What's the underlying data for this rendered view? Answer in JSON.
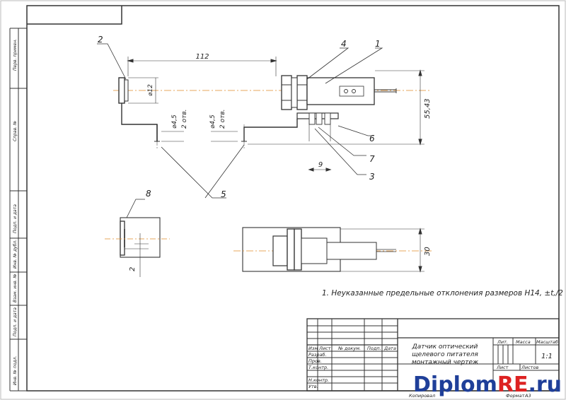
{
  "drawing": {
    "dim_112": "112",
    "dim_d12": "⌀12",
    "dim_d45_a": "⌀4,5",
    "dim_2otv_a": "2 отв.",
    "dim_d45_b": "⌀4,5",
    "dim_2otv_b": "2 отв.",
    "dim_5543": "55,43",
    "dim_9": "9",
    "dim_2": "2",
    "dim_30": "30",
    "callouts": [
      "1",
      "2",
      "3",
      "4",
      "5",
      "6",
      "7",
      "8"
    ],
    "note": "1. Неуказанные предельные отклонения размеров H14, ±t,/2"
  },
  "side_stamp": {
    "cells": [
      "Перв. примен.",
      "Справ. №",
      "Подп. и дата",
      "Инв. № дубл.",
      "Взам. инв. №",
      "Подп. и дата",
      "Инв. № подл."
    ]
  },
  "title_block": {
    "hdr_izm": "Изм",
    "hdr_list": "Лист",
    "hdr_ndok": "№ докум.",
    "hdr_podp": "Подп.",
    "hdr_data": "Дата",
    "role_razrab": "Разраб.",
    "role_prov": "Пров.",
    "role_tkontr": "Т.контр.",
    "role_nkontr": "Н.контр.",
    "role_utv": "Утв.",
    "name_line1": "Датчик оптический",
    "name_line2": "щелевого питателя",
    "name_line3": "монтажный чертеж",
    "lit": "Лит.",
    "massa": "Масса",
    "masshtab": "Масштаб",
    "scale_value": "1:1",
    "list": "Лист",
    "listov": "Листов",
    "kopiroval": "Копировал",
    "format": "Формат",
    "format_value": "A3"
  },
  "watermark": {
    "text_main": "Diplom",
    "text_accent": "RE",
    "text_suffix": ".ru"
  }
}
